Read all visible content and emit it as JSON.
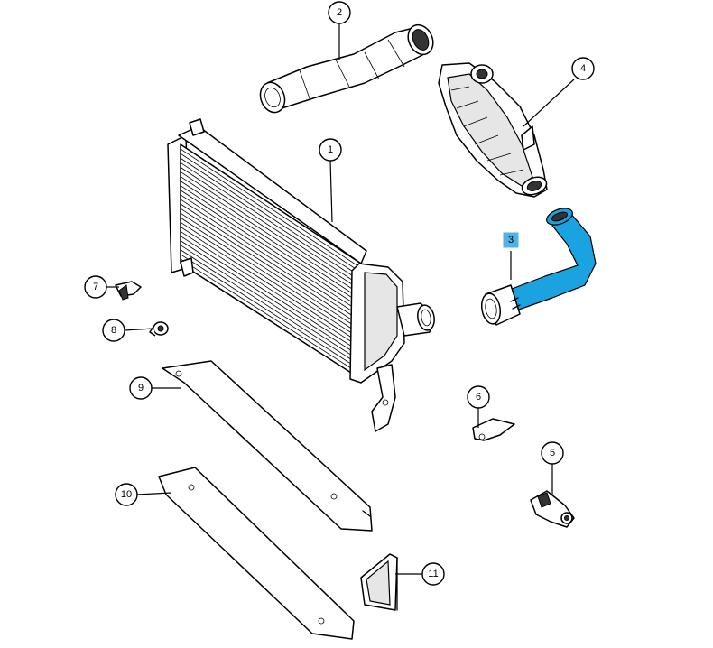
{
  "highlight_color": "#1aa3e0",
  "highlight_label_color": "#4fb3e8",
  "callouts": {
    "c1": "1",
    "c2": "2",
    "c3": "3",
    "c4": "4",
    "c5": "5",
    "c6": "6",
    "c7": "7",
    "c8": "8",
    "c9": "9",
    "c10": "10",
    "c11": "11"
  }
}
